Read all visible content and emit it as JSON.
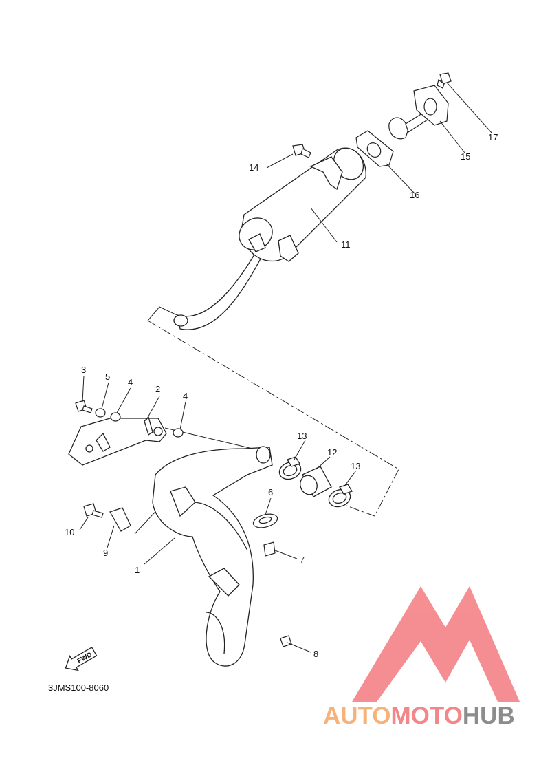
{
  "diagram": {
    "code": "3JMS100-8060",
    "fwd_label": "FWD",
    "callouts": [
      {
        "id": "1",
        "label": "1"
      },
      {
        "id": "2",
        "label": "2"
      },
      {
        "id": "3",
        "label": "3"
      },
      {
        "id": "4a",
        "label": "4"
      },
      {
        "id": "4b",
        "label": "4"
      },
      {
        "id": "5",
        "label": "5"
      },
      {
        "id": "6",
        "label": "6"
      },
      {
        "id": "7",
        "label": "7"
      },
      {
        "id": "8",
        "label": "8"
      },
      {
        "id": "9",
        "label": "9"
      },
      {
        "id": "10",
        "label": "10"
      },
      {
        "id": "11",
        "label": "11"
      },
      {
        "id": "12",
        "label": "12"
      },
      {
        "id": "13a",
        "label": "13"
      },
      {
        "id": "13b",
        "label": "13"
      },
      {
        "id": "14",
        "label": "14"
      },
      {
        "id": "15",
        "label": "15"
      },
      {
        "id": "16",
        "label": "16"
      },
      {
        "id": "17",
        "label": "17"
      }
    ]
  },
  "watermark": {
    "part1": "AUTO",
    "part2": "MOTO",
    "part3": "HUB",
    "colors": {
      "orange": "#f7b27a",
      "red": "#f4868a",
      "gray": "#8c8c8c",
      "logo": "#f47b7f"
    }
  }
}
